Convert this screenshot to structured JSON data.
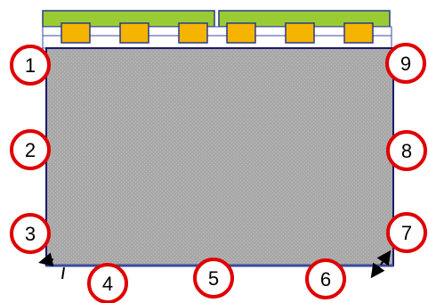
{
  "colors": {
    "bar_fill": "#99CC33",
    "bar_stroke": "#2A3A8A",
    "pad_fill": "#F4B400",
    "pad_stroke": "#2A3A8A",
    "strip_fill": "#FFFFFF",
    "strip_stroke": "#3A4AA0",
    "panel_fill": "#A8A8A8",
    "panel_grid": "#BDBDBD",
    "panel_stroke": "#1A1A6A",
    "bottom_edge": "#3A4AA0",
    "circle_stroke": "#E00000",
    "arrow": "#000000"
  },
  "markers": [
    {
      "id": "1",
      "label": "1"
    },
    {
      "id": "2",
      "label": "2"
    },
    {
      "id": "3",
      "label": "3"
    },
    {
      "id": "4",
      "label": "4"
    },
    {
      "id": "5",
      "label": "5"
    },
    {
      "id": "6",
      "label": "6"
    },
    {
      "id": "7",
      "label": "7"
    },
    {
      "id": "8",
      "label": "8"
    },
    {
      "id": "9",
      "label": "9"
    }
  ]
}
